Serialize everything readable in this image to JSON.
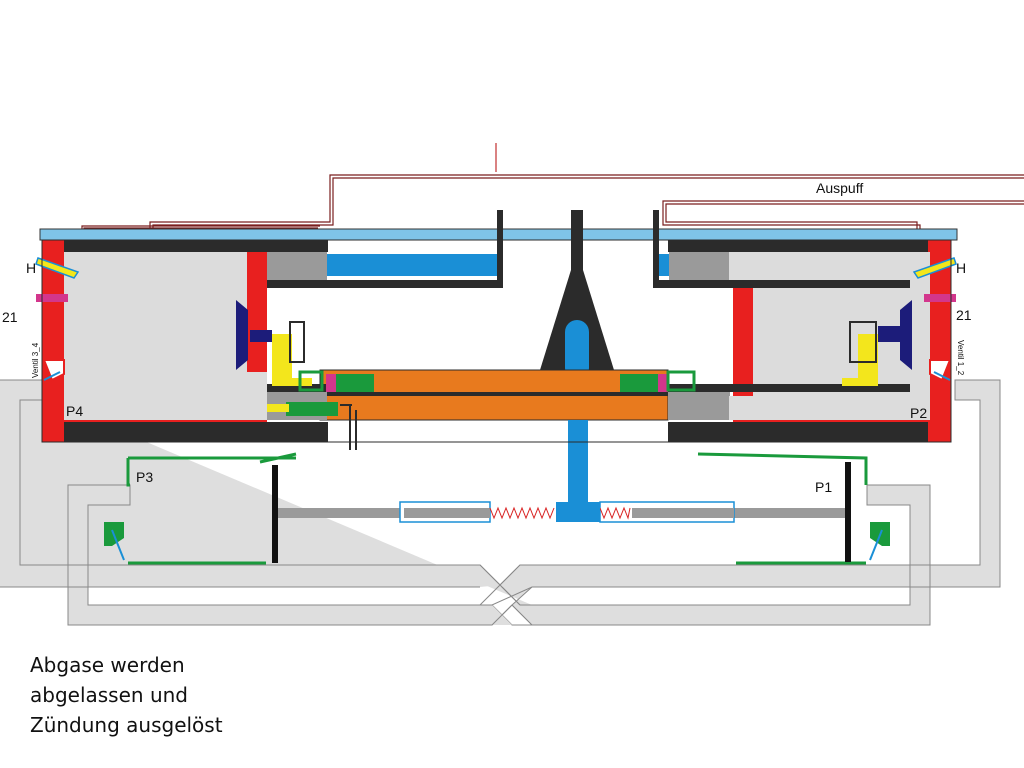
{
  "diagram": {
    "labels": {
      "exhaust": "Auspuff",
      "h_left": "H",
      "h_right": "H",
      "num_left": "21",
      "num_right": "21",
      "valve_left": "Ventil 3_4",
      "valve_right": "Ventil 1_2",
      "p1": "P1",
      "p2": "P2",
      "p3": "P3",
      "p4": "P4"
    },
    "colors": {
      "cylinder_wall": "#e8201f",
      "cylinder_fill": "#dcdcdc",
      "top_plate": "#7fc4e8",
      "piston": "#e87a1e",
      "shaft_blue": "#1a8fd6",
      "frame_dark": "#2b2b2b",
      "insert_grey": "#9a9a9a",
      "seal_green": "#1a9a3c",
      "yellow": "#f3e61c",
      "navy": "#1c1c7a",
      "magenta": "#d3368c",
      "duct_grey": "#dedede",
      "spring_red": "#d92222"
    }
  },
  "caption": {
    "line1": "Abgase werden",
    "line2": "abgelassen und",
    "line3": "Zündung ausgelöst"
  }
}
